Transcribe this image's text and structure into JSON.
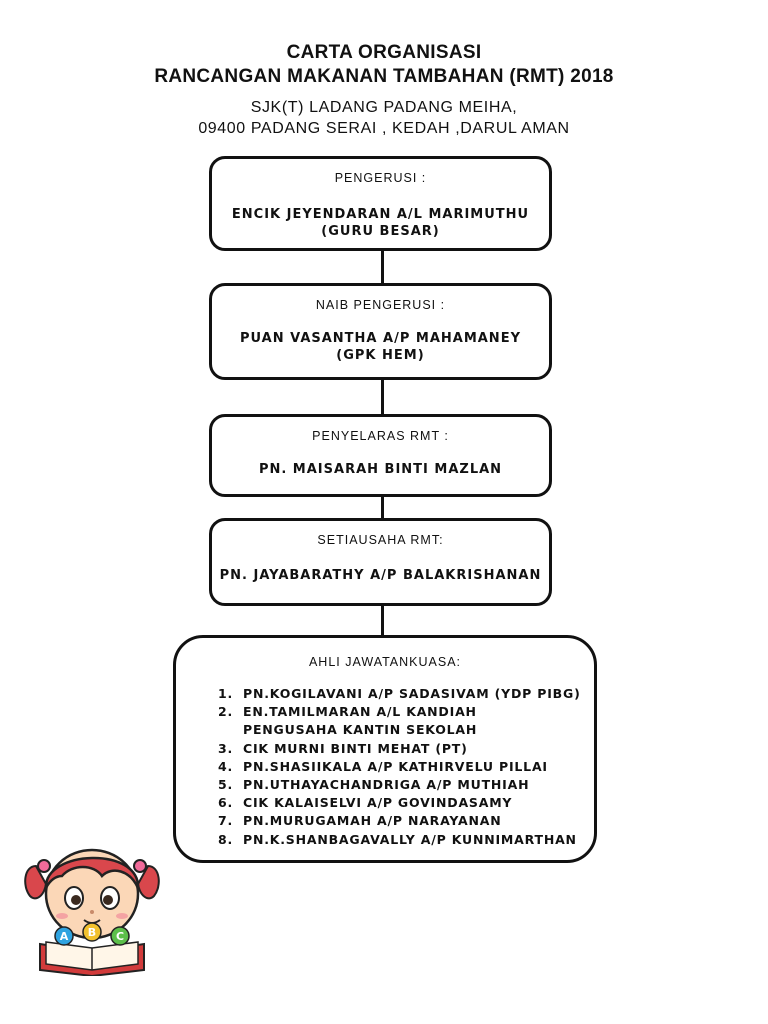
{
  "header": {
    "title_line1": "CARTA ORGANISASI",
    "title_line2": "RANCANGAN MAKANAN TAMBAHAN (RMT) 2018",
    "address_line1": "SJK(T) LADANG PADANG MEIHA,",
    "address_line2": "09400 PADANG SERAI , KEDAH ,DARUL AMAN"
  },
  "chart": {
    "pengerusi": {
      "role": "PENGERUSI :",
      "name_line1": "ENCIK JEYENDARAN A/L MARIMUTHU",
      "name_line2": "(GURU BESAR)"
    },
    "naib_pengerusi": {
      "role": "NAIB PENGERUSI :",
      "name_line1": "PUAN VASANTHA A/P MAHAMANEY",
      "name_line2": "(GPK HEM)"
    },
    "penyelaras": {
      "role": "PENYELARAS RMT :",
      "name": "PN. MAISARAH BINTI MAZLAN"
    },
    "setiausaha": {
      "role": "SETIAUSAHA RMT:",
      "name": "PN. JAYABARATHY A/P BALAKRISHANAN"
    },
    "ahli": {
      "role": "AHLI JAWATANKUASA:",
      "members": [
        {
          "num": "1.",
          "text": "PN.KOGILAVANI A/P SADASIVAM (YDP PIBG)"
        },
        {
          "num": "2.",
          "text": "EN.TAMILMARAN A/L KANDIAH"
        },
        {
          "num": "",
          "text": "PENGUSAHA KANTIN SEKOLAH"
        },
        {
          "num": "3.",
          "text": "CIK MURNI BINTI  MEHAT (PT)"
        },
        {
          "num": "4.",
          "text": "PN.SHASIIKALA A/P KATHIRVELU PILLAI"
        },
        {
          "num": "5.",
          "text": "PN.UTHAYACHANDRIGA A/P MUTHIAH"
        },
        {
          "num": "6.",
          "text": "CIK KALAISELVI A/P GOVINDASAMY"
        },
        {
          "num": "7.",
          "text": "PN.MURUGAMAH A/P NARAYANAN"
        },
        {
          "num": "8.",
          "text": "PN.K.SHANBAGAVALLY A/P KUNNIMARTHAN"
        }
      ]
    }
  },
  "illustration": {
    "letters": [
      "A",
      "B",
      "C"
    ]
  }
}
